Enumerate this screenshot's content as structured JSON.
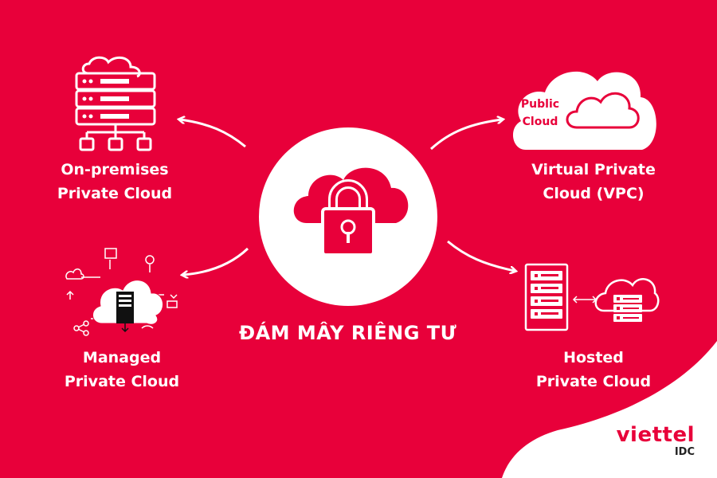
{
  "center": {
    "title": "ĐÁM MÂY RIÊNG TƯ"
  },
  "nodes": {
    "on_premises": {
      "line1": "On-premises",
      "line2": "Private Cloud"
    },
    "vpc": {
      "line1": "Virtual Private",
      "line2": "Cloud (VPC)",
      "badge_line1": "Public",
      "badge_line2": "Cloud"
    },
    "managed": {
      "line1": "Managed",
      "line2": "Private Cloud"
    },
    "hosted": {
      "line1": "Hosted",
      "line2": "Private Cloud"
    }
  },
  "brand": {
    "name": "viettel",
    "sub": "IDC",
    "color": "#e8003a"
  },
  "colors": {
    "background": "#e8003a",
    "foreground": "#ffffff"
  },
  "icons": [
    "server-cloud-network-icon",
    "public-cloud-icon",
    "managed-cloud-icon",
    "hosted-server-icon",
    "cloud-lock-icon"
  ]
}
